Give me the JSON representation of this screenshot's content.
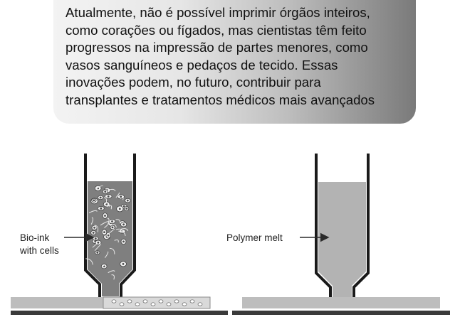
{
  "caption": {
    "lines": [
      "Atualmente, não é possível imprimir órgãos inteiros,",
      "como corações ou fígados, mas cientistas têm feito",
      "progressos na impressão de partes menores, como",
      "vasos sanguíneos e pedaços de tecido. Essas",
      "inovações podem, no futuro, contribuir para",
      "transplantes e tratamentos médicos mais avançados"
    ]
  },
  "diagram": {
    "left_label_line1": "Bio-ink",
    "left_label_line2": "with cells",
    "right_label": "Polymer melt"
  }
}
